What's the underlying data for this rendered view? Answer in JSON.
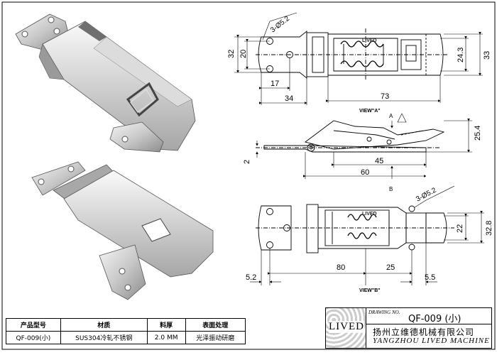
{
  "dims": {
    "hole_top": "3-Ø5.2",
    "d32": "32",
    "d20": "20",
    "d17": "17",
    "d34": "34",
    "d73": "73",
    "d24_3": "24.3",
    "d33": "33",
    "view_a": "VIEW\"A\"",
    "arrow_a": "A",
    "d25_4": "25.4",
    "d2": "2",
    "d45": "45",
    "d60": "60",
    "arrow_b": "B",
    "hole_bottom": "3-Ø5.2",
    "d22": "22",
    "d32_8": "32.8",
    "d5_2": "5.2",
    "d80": "80",
    "d25": "25",
    "d5_5": "5.5",
    "view_b": "VIEW\"B\"",
    "stamp": "LIVED"
  },
  "table": {
    "headers": [
      "产品型号",
      "材质",
      "料厚",
      "表面处理"
    ],
    "values": [
      "QF-009(小)",
      "SUS304冷轧不锈钢",
      "2.0 MM",
      "光泽振动研磨"
    ]
  },
  "title_block": {
    "logo": "LIVED",
    "drawing_no_label": "DRAWING NO.",
    "drawing_no": "QF-009 (小)",
    "company_cn": "扬州立维德机械有限公司",
    "company_en": "YANGZHOU LIVED MACHINE"
  },
  "colors": {
    "line": "#000000",
    "metal_light": "#e8e8e8",
    "metal_dark": "#7a7a7a"
  }
}
